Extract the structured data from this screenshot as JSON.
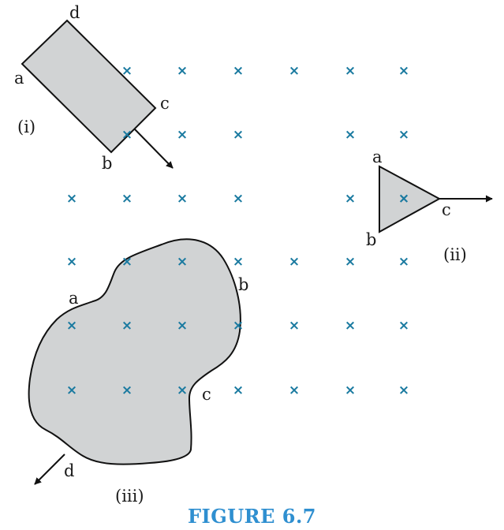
{
  "field": {
    "symbol": "×",
    "color": "#1a7aa0"
  },
  "shape_fill": "#d1d3d4",
  "caption_color": "#2f8fd0",
  "loops": {
    "rect": {
      "corner_a": "a",
      "corner_b": "b",
      "corner_c": "c",
      "corner_d": "d",
      "tag": "(i)"
    },
    "triangle": {
      "corner_a": "a",
      "corner_b": "b",
      "corner_c": "c",
      "tag": "(ii)"
    },
    "blob": {
      "point_a": "a",
      "point_b": "b",
      "point_c": "c",
      "point_d": "d",
      "tag": "(iii)"
    }
  },
  "caption": "FIGURE 6.7"
}
